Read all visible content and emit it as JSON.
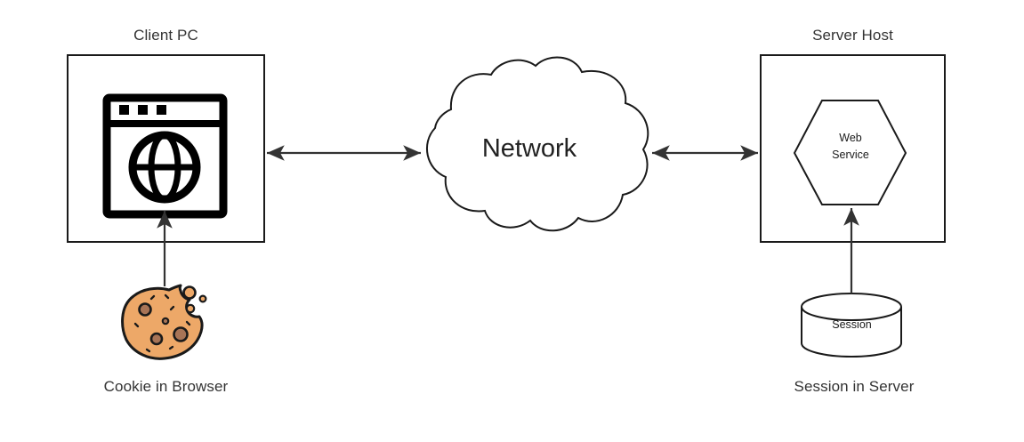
{
  "diagram": {
    "title_labels": {
      "client_pc": "Client PC",
      "server_host": "Server Host",
      "cookie_caption": "Cookie in Browser",
      "session_caption": "Session in Server"
    },
    "shapes": {
      "network": "Network",
      "web_service_line1": "Web",
      "web_service_line2": "Service",
      "session_store": "Session"
    },
    "colors": {
      "stroke": "#1a1a1a",
      "label_text": "#333333",
      "cookie_body": "#eda868",
      "cookie_chip": "#a87456",
      "cookie_outline": "#1a1a1a",
      "background": "#ffffff",
      "browser_icon": "#000000"
    },
    "connectors": [
      {
        "name": "client-to-network",
        "from": "Client PC",
        "to": "Network",
        "direction": "bidirectional"
      },
      {
        "name": "network-to-server",
        "from": "Network",
        "to": "Server Host",
        "direction": "bidirectional"
      },
      {
        "name": "cookie-to-browser",
        "from": "Cookie in Browser",
        "to": "Browser",
        "direction": "up"
      },
      {
        "name": "session-to-web-service",
        "from": "Session in Server",
        "to": "Web Service",
        "direction": "up"
      }
    ]
  }
}
